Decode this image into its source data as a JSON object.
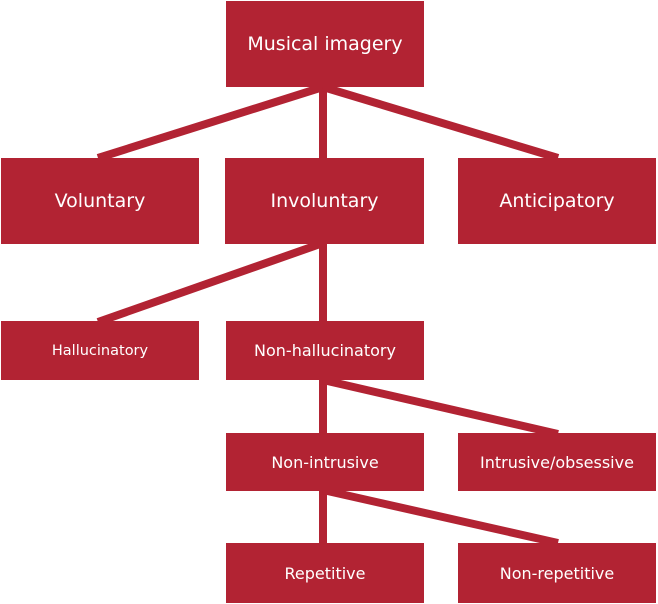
{
  "colors": {
    "node_fill": "#b22333",
    "link": "#b22333",
    "text": "#ffffff"
  },
  "nodes": {
    "root": "Musical imagery",
    "voluntary": "Voluntary",
    "involuntary": "Involuntary",
    "anticipatory": "Anticipatory",
    "hallucinatory": "Hallucinatory",
    "non_hallucinatory": "Non-hallucinatory",
    "non_intrusive": "Non-intrusive",
    "intrusive": "Intrusive/obsessive",
    "repetitive": "Repetitive",
    "non_repetitive": "Non-repetitive"
  }
}
